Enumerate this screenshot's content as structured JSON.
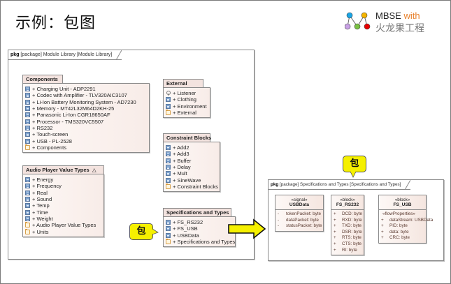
{
  "slide": {
    "title": "示例：包图",
    "logo": {
      "line1": "MBSE",
      "line1_accent": "with",
      "line2": "火龙果工程",
      "accent_color": "#e8812c"
    }
  },
  "left_frame": {
    "kind": "pkg",
    "label": "[package] Module Library [Module Library]",
    "packages": [
      {
        "name": "Components",
        "items": [
          {
            "icon": "block",
            "text": "+ Charging Unit - ADP2291"
          },
          {
            "icon": "block",
            "text": "+ Codec with Amplifier - TLV320AIC3107"
          },
          {
            "icon": "block",
            "text": "+ Li-Ion Battery Monitoring System - AD7230"
          },
          {
            "icon": "block",
            "text": "+ Memory - MT42L32M64D2KH-25"
          },
          {
            "icon": "block",
            "text": "+ Panasonic Li-Ion CGR18650AF"
          },
          {
            "icon": "block",
            "text": "+ Processor - TMS320VC5507"
          },
          {
            "icon": "block",
            "text": "+ RS232"
          },
          {
            "icon": "block",
            "text": "+ Touch-screen"
          },
          {
            "icon": "block",
            "text": "+ USB - PL-2528"
          },
          {
            "icon": "folder",
            "text": "+ Components"
          }
        ]
      },
      {
        "name": "Audio Player Value Types",
        "marker": "△",
        "items": [
          {
            "icon": "block",
            "text": "+ Energy"
          },
          {
            "icon": "block",
            "text": "+ Frequency"
          },
          {
            "icon": "block",
            "text": "+ Real"
          },
          {
            "icon": "block",
            "text": "+ Sound"
          },
          {
            "icon": "block",
            "text": "+ Temp"
          },
          {
            "icon": "block",
            "text": "+ Time"
          },
          {
            "icon": "block",
            "text": "+ Weight"
          },
          {
            "icon": "folder",
            "text": "+ Audio Player Value Types"
          },
          {
            "icon": "folder",
            "text": "+ Units"
          }
        ]
      },
      {
        "name": "External",
        "items": [
          {
            "icon": "iface",
            "text": "+ Listener"
          },
          {
            "icon": "block",
            "text": "+ Clothing"
          },
          {
            "icon": "block",
            "text": "+ Environment"
          },
          {
            "icon": "folder",
            "text": "+ External"
          }
        ]
      },
      {
        "name": "Constraint Blocks",
        "items": [
          {
            "icon": "block",
            "text": "+ Add2"
          },
          {
            "icon": "block",
            "text": "+ Add3"
          },
          {
            "icon": "block",
            "text": "+ Buffer"
          },
          {
            "icon": "block",
            "text": "+ Delay"
          },
          {
            "icon": "block",
            "text": "+ Mult"
          },
          {
            "icon": "block",
            "text": "+ SineWave"
          },
          {
            "icon": "folder",
            "text": "+ Constraint Blocks"
          }
        ]
      },
      {
        "name": "Specifications and Types",
        "items": [
          {
            "icon": "block",
            "text": "+ FS_RS232"
          },
          {
            "icon": "block",
            "text": "+ FS_USB"
          },
          {
            "icon": "block",
            "text": "+ USBData"
          },
          {
            "icon": "folder",
            "text": "+ Specifications and Types"
          }
        ]
      }
    ]
  },
  "callouts": {
    "left": "包",
    "right": "包",
    "color": "#f5f000"
  },
  "right_frame": {
    "kind": "pkg",
    "label": "[package] Specifications and Types [Specifications and Types]",
    "classes": [
      {
        "stereotype": "«signal»",
        "name": "USBData",
        "section": "",
        "attributes": [
          {
            "vis": "-",
            "text": "tokenPacket: byte"
          },
          {
            "vis": "-",
            "text": "dataPacket: byte"
          },
          {
            "vis": "-",
            "text": "statusPacket: byte"
          }
        ]
      },
      {
        "stereotype": "«block»",
        "name": "FS_RS232",
        "section": "",
        "attributes": [
          {
            "vis": "+",
            "text": "DCD: byte"
          },
          {
            "vis": "+",
            "text": "RXD: byte"
          },
          {
            "vis": "+",
            "text": "TXD: byte"
          },
          {
            "vis": "+",
            "text": "DSR: byte"
          },
          {
            "vis": "+",
            "text": "RTS: byte"
          },
          {
            "vis": "+",
            "text": "CTS: byte"
          },
          {
            "vis": "+",
            "text": "RI: byte"
          }
        ]
      },
      {
        "stereotype": "«block»",
        "name": "FS_USB",
        "section": "«flowProperties»",
        "attributes": [
          {
            "vis": "+",
            "text": "dataStream: USBData"
          },
          {
            "vis": "+",
            "text": "PID: byte"
          },
          {
            "vis": "+",
            "text": "data: byte"
          },
          {
            "vis": "+",
            "text": "CRC: byte"
          }
        ]
      }
    ]
  }
}
